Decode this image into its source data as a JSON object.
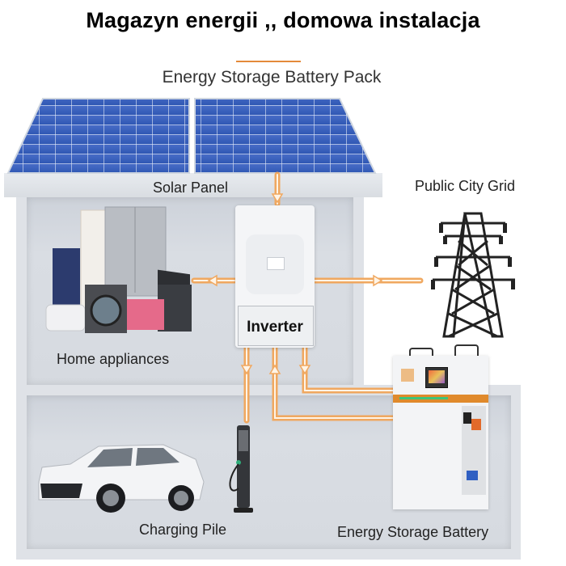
{
  "header": {
    "title": "Magazyn energii ,, domowa instalacja",
    "subtitle": "Energy Storage Battery Pack"
  },
  "components": {
    "solar_panel": {
      "label": "Solar Panel"
    },
    "grid": {
      "label": "Public City Grid"
    },
    "inverter": {
      "label": "Inverter"
    },
    "appliances": {
      "label": "Home appliances"
    },
    "charging_pile": {
      "label": "Charging Pile"
    },
    "battery": {
      "label": "Energy Storage Battery"
    }
  },
  "flows": [
    {
      "from": "Solar Panel",
      "to": "Inverter",
      "direction": "down"
    },
    {
      "from": "Inverter",
      "to": "Home appliances",
      "direction": "left"
    },
    {
      "from": "Inverter",
      "to": "Public City Grid",
      "direction": "right"
    },
    {
      "from": "Inverter",
      "to": "Charging Pile",
      "direction": "down"
    },
    {
      "from": "Energy Storage Battery",
      "to": "Inverter",
      "direction": "up"
    },
    {
      "from": "Inverter",
      "to": "Energy Storage Battery",
      "direction": "down"
    }
  ],
  "colors": {
    "accent": "#e48a3a",
    "flow_line": "#f0a860",
    "panel_blue": "#3a5fb8",
    "wall": "#dfe2e7",
    "room": "#d3d7de"
  }
}
